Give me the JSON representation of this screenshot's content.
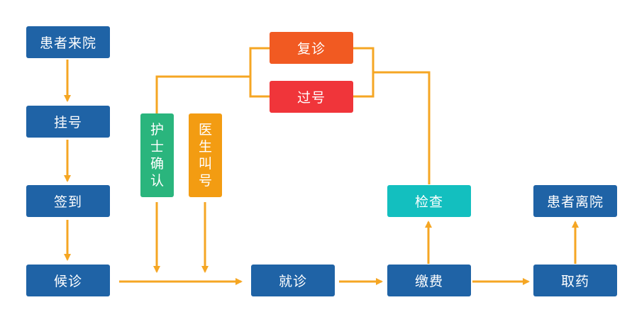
{
  "colors": {
    "blue": "#1f63a6",
    "orange_connector": "#f5a623",
    "green": "#2ab57d",
    "amber": "#f39c12",
    "orange_red": "#f15a22",
    "red": "#f0353a",
    "teal": "#13bfbf"
  },
  "nodes": {
    "patient_arrival": "患者来院",
    "register": "挂号",
    "sign_in": "签到",
    "waiting": "候诊",
    "consultation": "就诊",
    "payment": "缴费",
    "take_medicine": "取药",
    "examination": "检查",
    "patient_leave": "患者离院",
    "revisit": "复诊",
    "missed_number": "过号",
    "nurse_confirm": [
      "护",
      "士",
      "确",
      "认"
    ],
    "doctor_call": [
      "医",
      "生",
      "叫",
      "号"
    ]
  }
}
